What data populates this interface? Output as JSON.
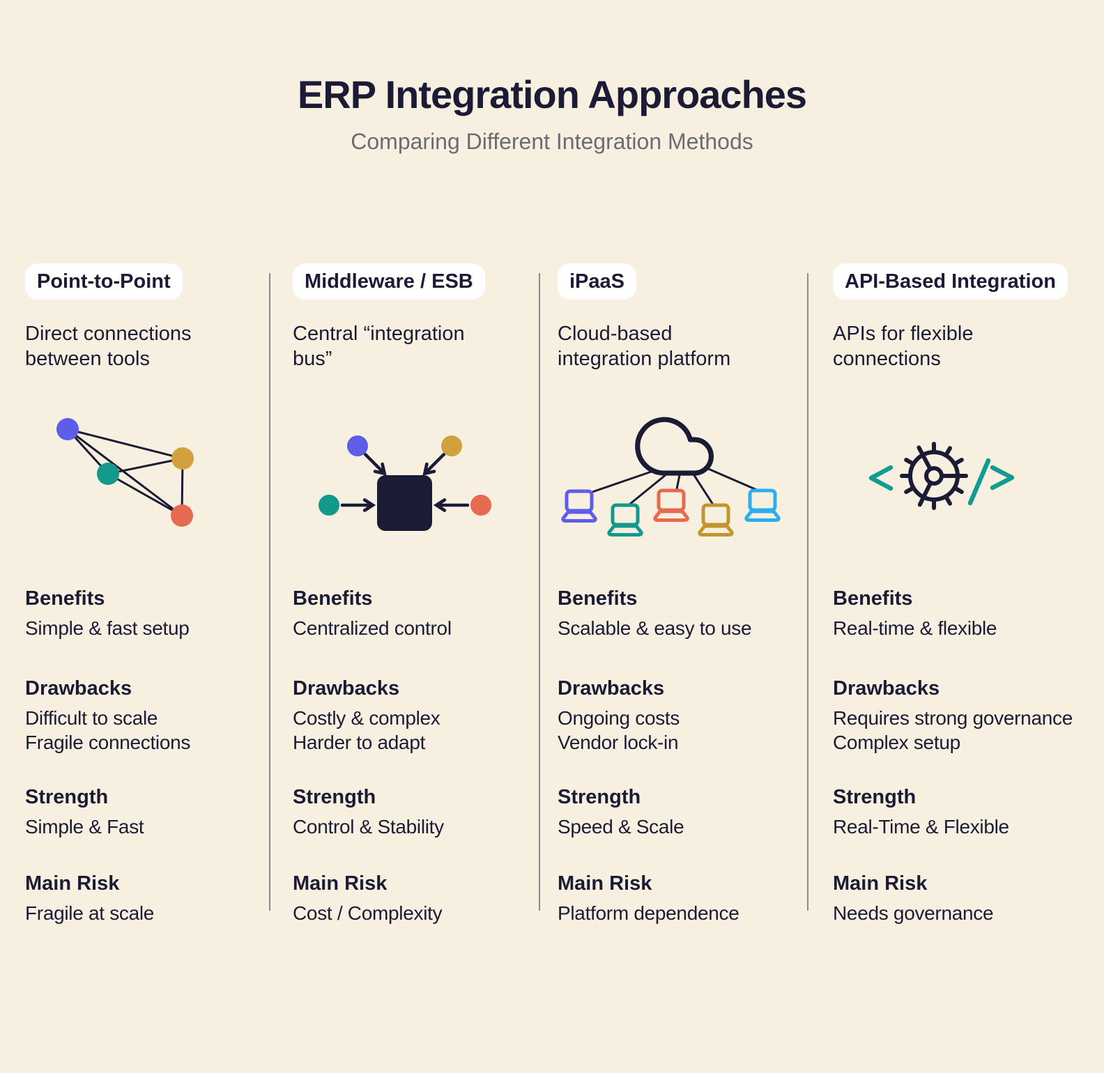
{
  "header": {
    "title": "ERP Integration Approaches",
    "subtitle": "Comparing Different Integration Methods"
  },
  "palette": {
    "background": "#f7f0e0",
    "ink_navy": "#1b1b35",
    "subtitle_gray": "#6b6b74",
    "divider_gray": "#8a8a8a",
    "badge_white": "#ffffff",
    "node_blue": "#5d5de9",
    "node_teal": "#13998c",
    "node_gold": "#d0a13c",
    "node_red": "#e66a50",
    "laptop_cyan": "#2badee",
    "laptop_gold": "#c2962f",
    "code_teal": "#129b90"
  },
  "icons": [
    "network-nodes-icon",
    "integration-bus-icon",
    "cloud-laptops-icon",
    "gear-code-icon"
  ],
  "columns": [
    {
      "badge": "Point-to-Point",
      "description": "Direct connections\nbetween tools",
      "icon": "network-nodes-icon",
      "sections": {
        "benefits": {
          "heading": "Benefits",
          "lines": [
            "Simple & fast setup"
          ]
        },
        "drawbacks": {
          "heading": "Drawbacks",
          "lines": [
            "Difficult to scale",
            "Fragile connections"
          ]
        },
        "strength": {
          "heading": "Strength",
          "lines": [
            "Simple & Fast"
          ]
        },
        "risk": {
          "heading": "Main Risk",
          "lines": [
            "Fragile at scale"
          ]
        }
      }
    },
    {
      "badge": "Middleware / ESB",
      "description": "Central “integration\nbus”",
      "icon": "integration-bus-icon",
      "sections": {
        "benefits": {
          "heading": "Benefits",
          "lines": [
            "Centralized control"
          ]
        },
        "drawbacks": {
          "heading": "Drawbacks",
          "lines": [
            "Costly & complex",
            "Harder to adapt"
          ]
        },
        "strength": {
          "heading": "Strength",
          "lines": [
            "Control & Stability"
          ]
        },
        "risk": {
          "heading": "Main Risk",
          "lines": [
            "Cost / Complexity"
          ]
        }
      }
    },
    {
      "badge": "iPaaS",
      "description": "Cloud-based\nintegration platform",
      "icon": "cloud-laptops-icon",
      "sections": {
        "benefits": {
          "heading": "Benefits",
          "lines": [
            "Scalable & easy to use"
          ]
        },
        "drawbacks": {
          "heading": "Drawbacks",
          "lines": [
            "Ongoing costs",
            "Vendor lock-in"
          ]
        },
        "strength": {
          "heading": "Strength",
          "lines": [
            "Speed & Scale"
          ]
        },
        "risk": {
          "heading": "Main Risk",
          "lines": [
            "Platform dependence"
          ]
        }
      }
    },
    {
      "badge": "API-Based Integration",
      "description": "APIs for flexible\nconnections",
      "icon": "gear-code-icon",
      "sections": {
        "benefits": {
          "heading": "Benefits",
          "lines": [
            "Real-time & flexible"
          ]
        },
        "drawbacks": {
          "heading": "Drawbacks",
          "lines": [
            "Requires strong governance",
            "Complex setup"
          ]
        },
        "strength": {
          "heading": "Strength",
          "lines": [
            "Real-Time & Flexible"
          ]
        },
        "risk": {
          "heading": "Main Risk",
          "lines": [
            "Needs governance"
          ]
        }
      }
    }
  ]
}
